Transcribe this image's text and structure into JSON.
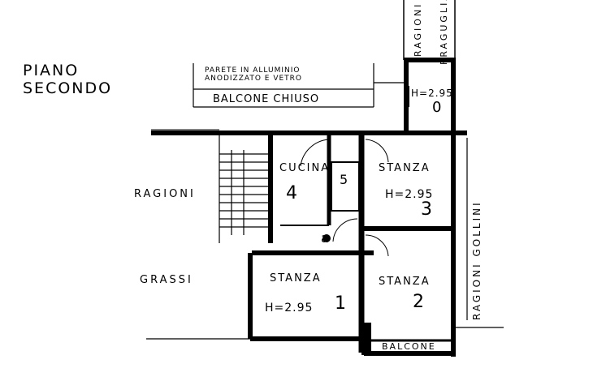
{
  "plan": {
    "floor_title": [
      "PIANO",
      "SECONDO"
    ],
    "wall_note": [
      "PARETE IN ALLUMINIO",
      "ANODIZZATO E VETRO"
    ],
    "enclosed_balcony": "BALCONE CHIUSO",
    "neighbors": {
      "left": [
        "RAGIONI",
        "GRASSI"
      ],
      "right": "RAGIONI GOLLINI",
      "top": [
        "RAGIONI",
        "FRAGUGLIA"
      ]
    },
    "rooms": [
      {
        "name": "CUCINA",
        "number": "4"
      },
      {
        "name": "STANZA",
        "height": "H=2.95",
        "number": "3"
      },
      {
        "name": "STANZA",
        "height": "H=2.95",
        "number": "1"
      },
      {
        "name": "STANZA",
        "number": "2"
      }
    ],
    "bathroom_number": "5",
    "hall_mark": "a",
    "small_room": {
      "height": "H=2.95",
      "number": "0"
    },
    "balcony": "BALCONE"
  }
}
